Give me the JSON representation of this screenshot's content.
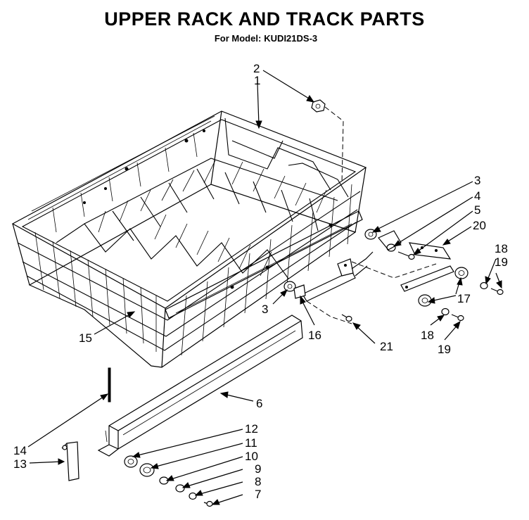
{
  "header": {
    "title": "UPPER RACK AND TRACK PARTS",
    "model_label": "For Model:",
    "model_number": "KUDI21DS-3"
  },
  "callouts": {
    "c1": "1",
    "c2": "2",
    "c3a": "3",
    "c3b": "3",
    "c4": "4",
    "c5": "5",
    "c6": "6",
    "c7": "7",
    "c8": "8",
    "c9": "9",
    "c10": "10",
    "c11": "11",
    "c12": "12",
    "c13": "13",
    "c14": "14",
    "c15": "15",
    "c16": "16",
    "c17": "17",
    "c18a": "18",
    "c18b": "18",
    "c19a": "19",
    "c19b": "19",
    "c20": "20",
    "c21": "21"
  }
}
